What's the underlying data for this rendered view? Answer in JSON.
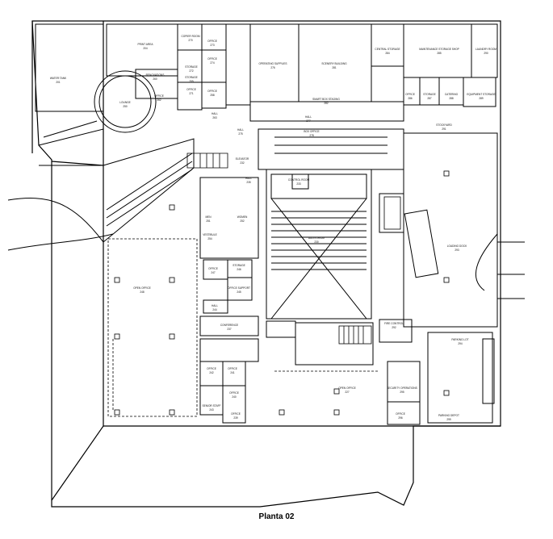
{
  "title": "Planta 02",
  "rooms": [
    {
      "name": "WATER TANK",
      "num": "201"
    },
    {
      "name": "PRINT AREA",
      "num": "204"
    },
    {
      "name": "COPIER ROOM",
      "num": "270"
    },
    {
      "name": "OFFICE",
      "num": "273"
    },
    {
      "name": "OFFICE",
      "num": "274"
    },
    {
      "name": "STORAGE",
      "num": "272"
    },
    {
      "name": "OFFICE",
      "num": "271"
    },
    {
      "name": "RENOVATIONS",
      "num": "260"
    },
    {
      "name": "STORAGE",
      "num": "259"
    },
    {
      "name": "OFFICE",
      "num": "258"
    },
    {
      "name": "OFFICE",
      "num": "262"
    },
    {
      "name": "LOUNGE",
      "num": "250"
    },
    {
      "name": "HALL",
      "num": "263"
    },
    {
      "name": "OPERATING SUPPLIES",
      "num": "276"
    },
    {
      "name": "SCENERY BUILDING",
      "num": "281"
    },
    {
      "name": "CENTRAL STORAGE",
      "num": "284"
    },
    {
      "name": "MAINTENANCE STORAGE SHOP",
      "num": "285"
    },
    {
      "name": "LAUNDRY ROOM",
      "num": "290"
    },
    {
      "name": "SMART BOX STAGING",
      "num": "282"
    },
    {
      "name": "OFFICE",
      "num": "286"
    },
    {
      "name": "STORAGE",
      "num": "287"
    },
    {
      "name": "CATERING",
      "num": "288"
    },
    {
      "name": "EQUIPMENT STORAGE",
      "num": "289"
    },
    {
      "name": "HALL",
      "num": "277"
    },
    {
      "name": "BOX OFFICE",
      "num": "278"
    },
    {
      "name": "STOCKYARD",
      "num": "291"
    },
    {
      "name": "HALL",
      "num": "275"
    },
    {
      "name": "ELEVATOR",
      "num": "232"
    },
    {
      "name": "CONTROL ROOM",
      "num": "233"
    },
    {
      "name": "HALL",
      "num": "235"
    },
    {
      "name": "AUDITORIUM",
      "num": "230"
    },
    {
      "name": "LOADING DOCK",
      "num": "293"
    },
    {
      "name": "PARKING DEPOT",
      "num": "299"
    },
    {
      "name": "OPEN OFFICE",
      "num": "248"
    },
    {
      "name": "OFFICE",
      "num": "247"
    },
    {
      "name": "STORAGE",
      "num": "246"
    },
    {
      "name": "OFFICE SUPPORT",
      "num": "245"
    },
    {
      "name": "HALL",
      "num": "244"
    },
    {
      "name": "CONFERENCE",
      "num": "237"
    },
    {
      "name": "OFFICE",
      "num": "242"
    },
    {
      "name": "OFFICE",
      "num": "241"
    },
    {
      "name": "OFFICE",
      "num": "240"
    },
    {
      "name": "SENIOR STAFF",
      "num": "243"
    },
    {
      "name": "OFFICE",
      "num": "239"
    },
    {
      "name": "FIRE CONTROL",
      "num": "292"
    },
    {
      "name": "OPEN OFFICE",
      "num": "227"
    },
    {
      "name": "SECURITY OPERATIONS",
      "num": "295"
    },
    {
      "name": "OFFICE",
      "num": "296"
    },
    {
      "name": "PARKING LOT",
      "num": "294"
    },
    {
      "name": "MEN",
      "num": "251"
    },
    {
      "name": "WOMEN",
      "num": "252"
    },
    {
      "name": "VESTIBULE",
      "num": "254"
    }
  ]
}
